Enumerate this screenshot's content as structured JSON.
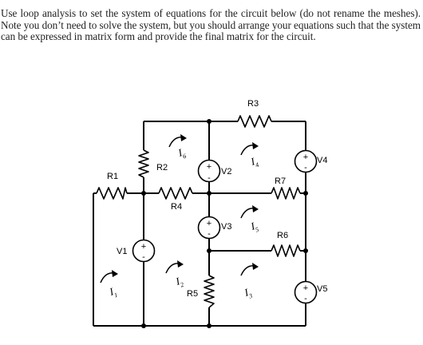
{
  "question": {
    "text": "Use loop analysis to set the system of equations for the circuit below (do not rename the meshes).  Note you don’t need to solve the system, but you should arrange your equations such that the system can be expressed in matrix form and provide the final matrix for the circuit."
  },
  "circuit": {
    "resistors": {
      "r1": "R1",
      "r2": "R2",
      "r3": "R3",
      "r4": "R4",
      "r5": "R5",
      "r6": "R6",
      "r7": "R7"
    },
    "sources": {
      "v1": "V1",
      "v2": "V2",
      "v3": "V3",
      "v4": "V4",
      "v5": "V5"
    },
    "source_signs": {
      "plus": "+",
      "minus": "-"
    },
    "mesh_currents": {
      "i1": {
        "letter": "I",
        "sub": "1"
      },
      "i2": {
        "letter": "I",
        "sub": "2"
      },
      "i3": {
        "letter": "I",
        "sub": "3"
      },
      "i4": {
        "letter": "I",
        "sub": "4"
      },
      "i5": {
        "letter": "I",
        "sub": "5"
      },
      "i6": {
        "letter": "I",
        "sub": "6"
      }
    }
  }
}
